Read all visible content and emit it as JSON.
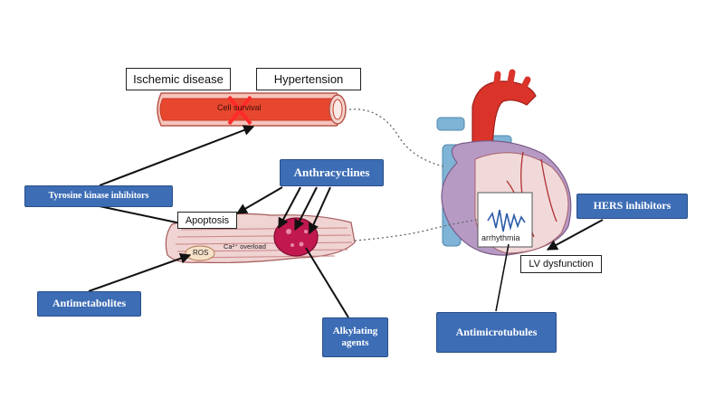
{
  "labels": {
    "ischemic_disease": "Ischemic disease",
    "hypertension": "Hypertension",
    "cell_survival": "Cell survival",
    "apoptosis": "Apoptosis",
    "ros": "ROS",
    "ca_overload": "Ca²⁺ overload",
    "arrhythmia": "arrhythmia",
    "lv_dysfunction": "LV dysfunction"
  },
  "drug_classes": {
    "tyrosine_kinase_inhibitors": "Tyrosine kinase inhibitors",
    "anthracyclines": "Anthracyclines",
    "antimetabolites": "Antimetabolites",
    "alkylating_line1": "Alkylating",
    "alkylating_line2": "agents",
    "herb_inhibitors": "HERS inhibitors",
    "antimicrotubules": "Antimicrotubules"
  },
  "colors": {
    "drug_box": "#3d6db5",
    "vessel": "#e8472f",
    "cell": "#f0d3d3",
    "nucleus": "#c0184f",
    "heart_red": "#d9332a",
    "heart_purple": "#b79ac4",
    "vein_blue": "#7fb4d6"
  }
}
